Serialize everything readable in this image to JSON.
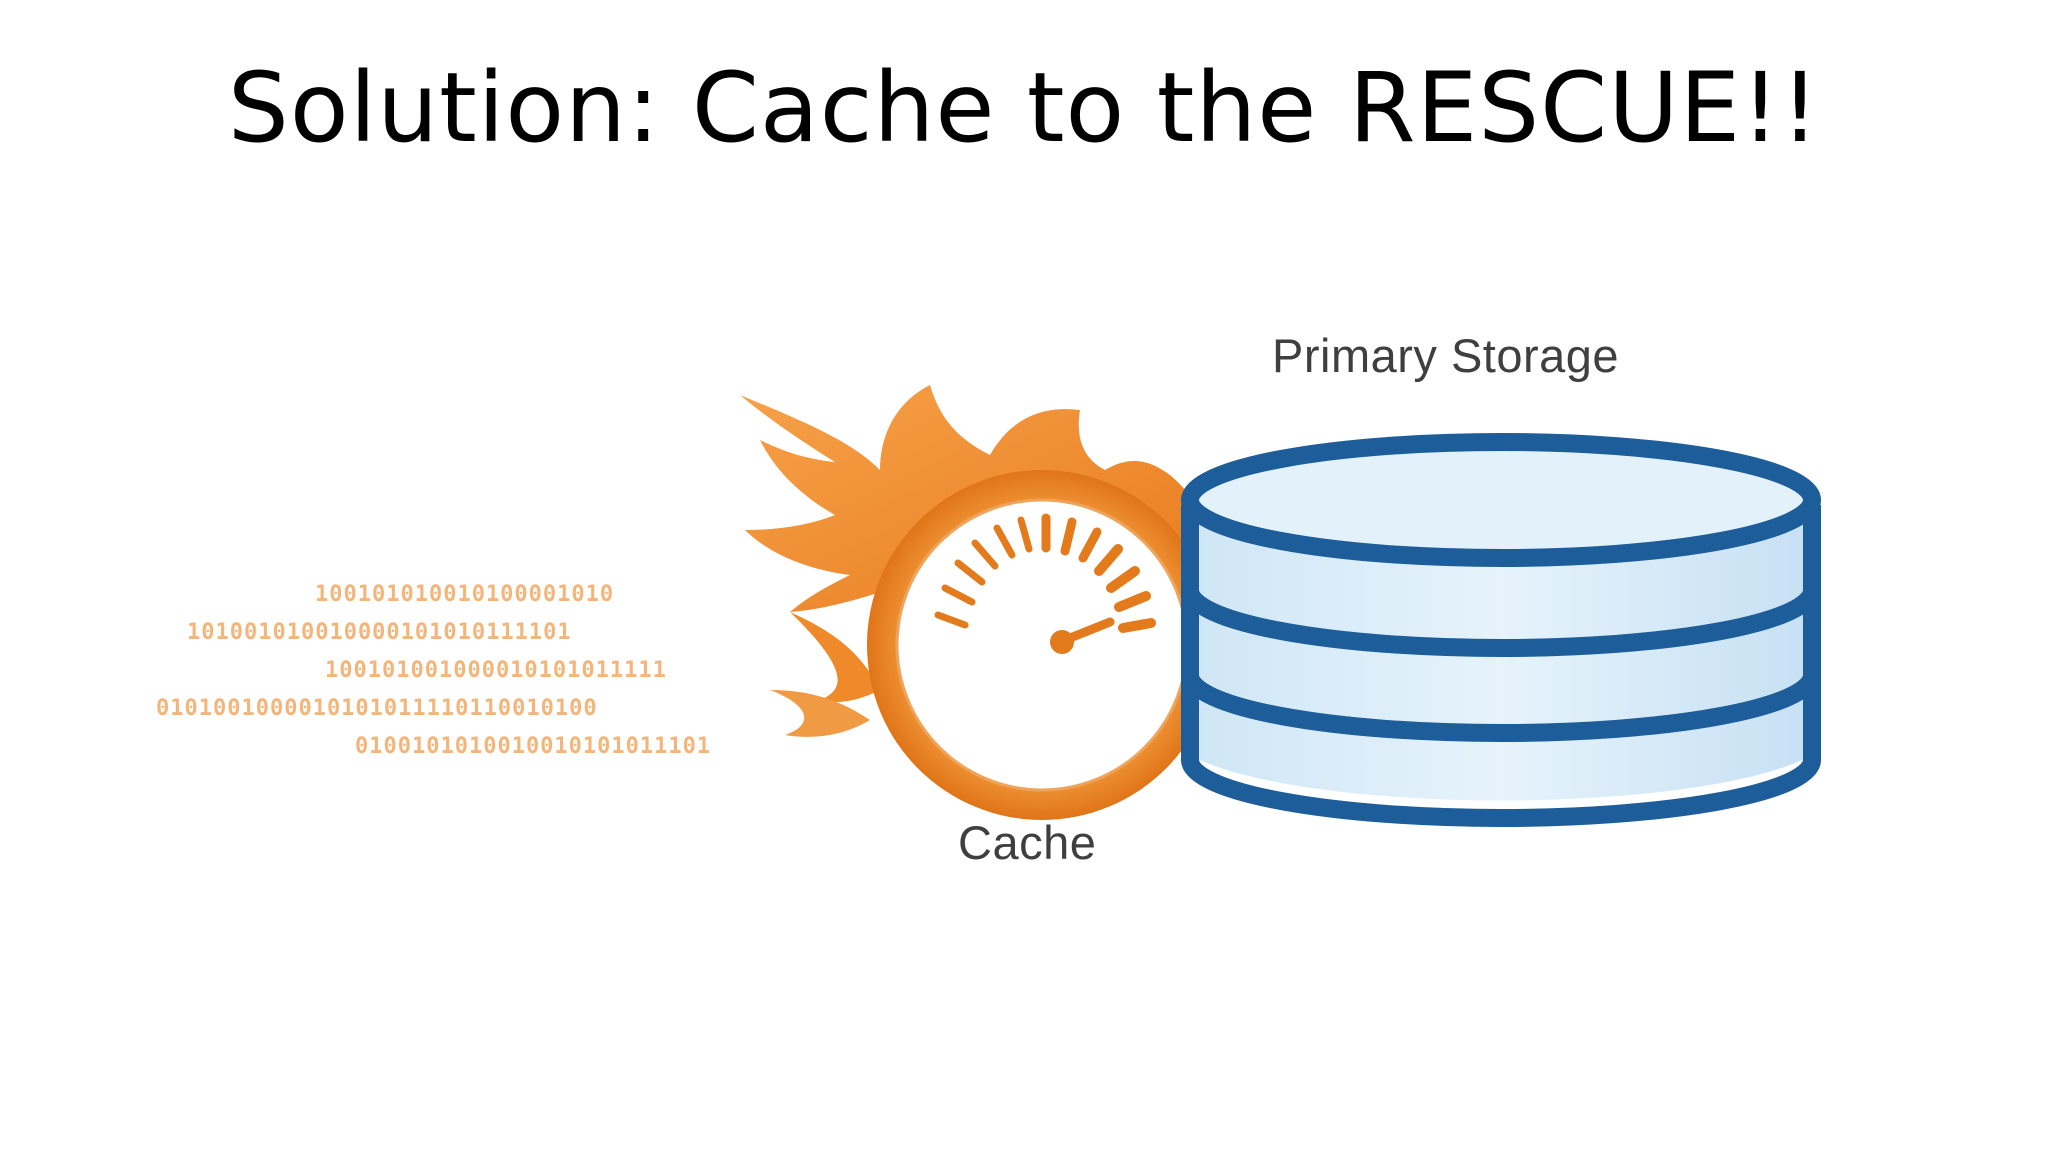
{
  "slide": {
    "title": "Solution: Cache to the RESCUE!!"
  },
  "diagram": {
    "primary_storage_label": "Primary Storage",
    "cache_label": "Cache",
    "binary_stream": [
      "100101010010100001010",
      "101001010010000101010111101",
      "100101001000010101011111",
      "0101001000010101011110110010100",
      "0100101010010010101011101"
    ],
    "icons": {
      "cache": "flaming-speedometer-icon",
      "storage": "database-cylinder-icon"
    },
    "colors": {
      "flame_orange": "#f08a24",
      "binary_orange": "#f3b57a",
      "database_blue": "#1d5e9a",
      "database_fill": "#d6ebf8",
      "label_gray": "#3f3f3f"
    }
  }
}
